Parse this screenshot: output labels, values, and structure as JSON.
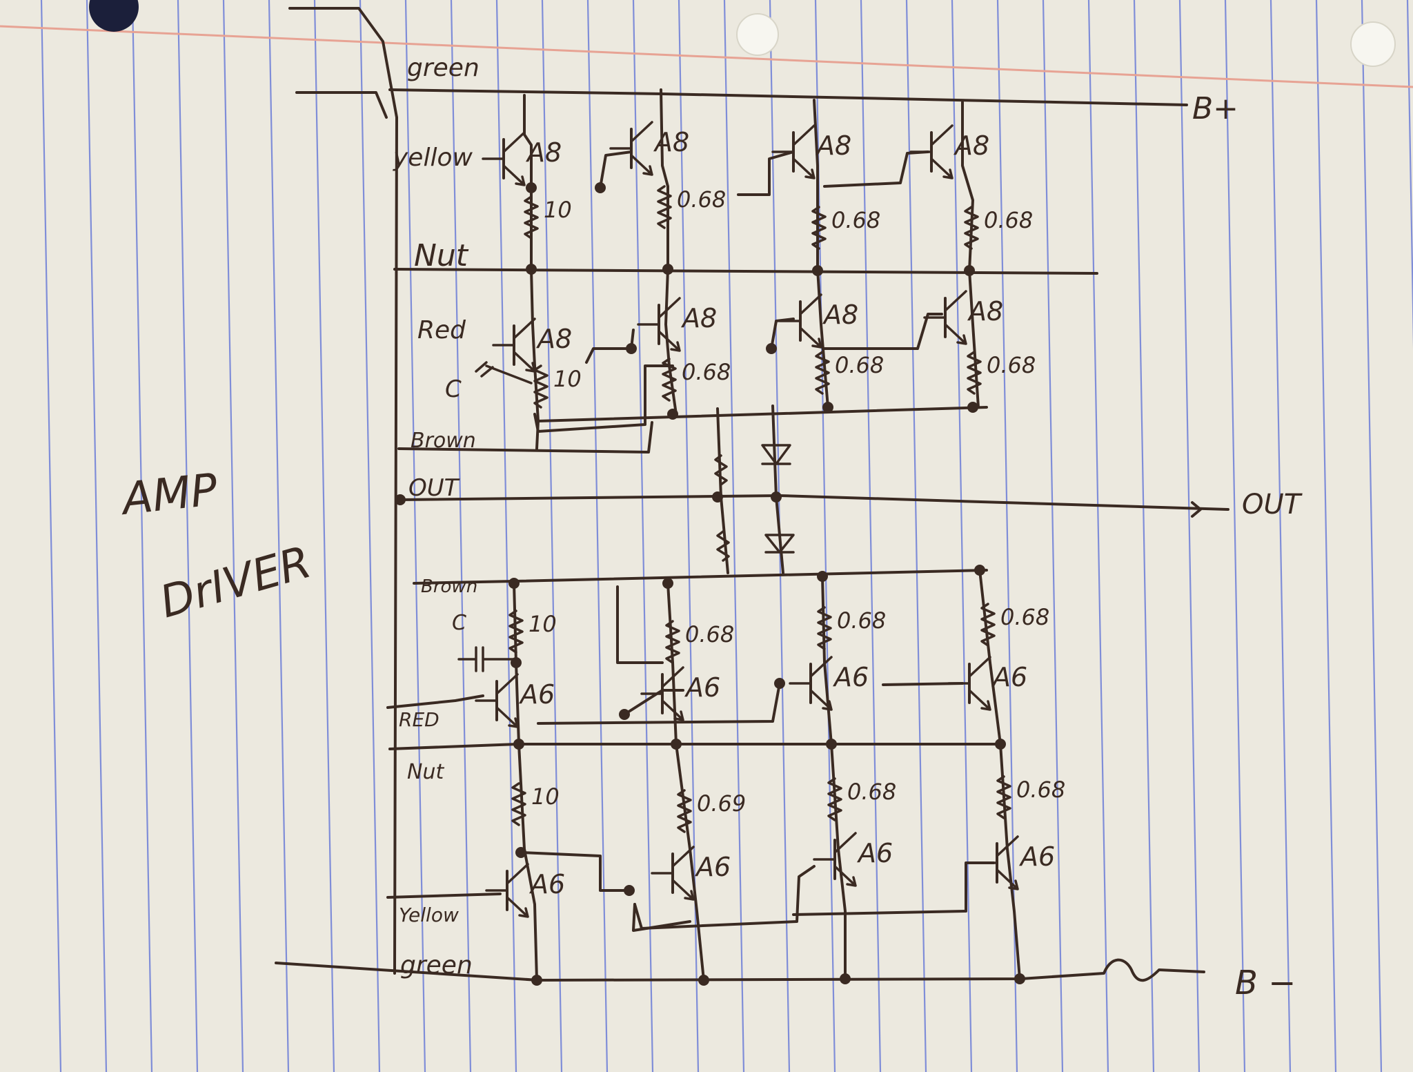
{
  "side_label": {
    "line1": "AMP",
    "line2": "DrIVER"
  },
  "rails": {
    "positive": "B+",
    "negative": "B −",
    "output": "OUT"
  },
  "upper_wires": {
    "green": "green",
    "yellow": "yellow",
    "nut": "Nut",
    "red": "Red",
    "cap": "C",
    "brown": "Brown",
    "out": "OUT"
  },
  "lower_wires": {
    "brown": "Brown",
    "cap": "C",
    "red": "RED",
    "nut": "Nut",
    "yellow": "Yellow",
    "green": "green"
  },
  "upper_transistors": [
    "A8",
    "A8",
    "A8",
    "A8"
  ],
  "upper_emitter_resistors": [
    "10",
    "0.68",
    "0.68",
    "0.68"
  ],
  "middle_transistors": [
    "A8",
    "A8",
    "A8",
    "A8"
  ],
  "middle_emitter_resistors": [
    "10",
    "0.68",
    "0.68",
    "0.68"
  ],
  "lower_transistors": [
    "A6",
    "A6",
    "A6",
    "A6"
  ],
  "lower_emitter_resistors": [
    "10",
    "0.68",
    "0.68",
    "0.68"
  ],
  "bottom_transistors": [
    "A6",
    "A6",
    "A6",
    "A6"
  ],
  "bottom_emitter_resistors": [
    "10",
    "0.69",
    "0.68",
    "0.68"
  ],
  "colors": {
    "ink": "#3a2a22",
    "paper": "#ece9df",
    "rule": "#5b6fd6",
    "margin": "#e7a394",
    "hole": "#f7f6f0"
  }
}
